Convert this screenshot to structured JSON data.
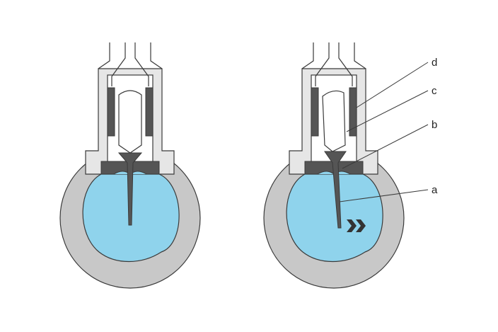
{
  "labels": {
    "d": "d",
    "c": "c",
    "b": "b",
    "a": "a"
  },
  "colors": {
    "housing": "#c8c8c8",
    "fluid": "#8fd3ec",
    "pointer": "#555555",
    "coil": "#555555",
    "outline": "#3a3a3a",
    "background": "#ffffff"
  },
  "icons": {
    "flow_direction": "double-chevron-right-icon"
  }
}
